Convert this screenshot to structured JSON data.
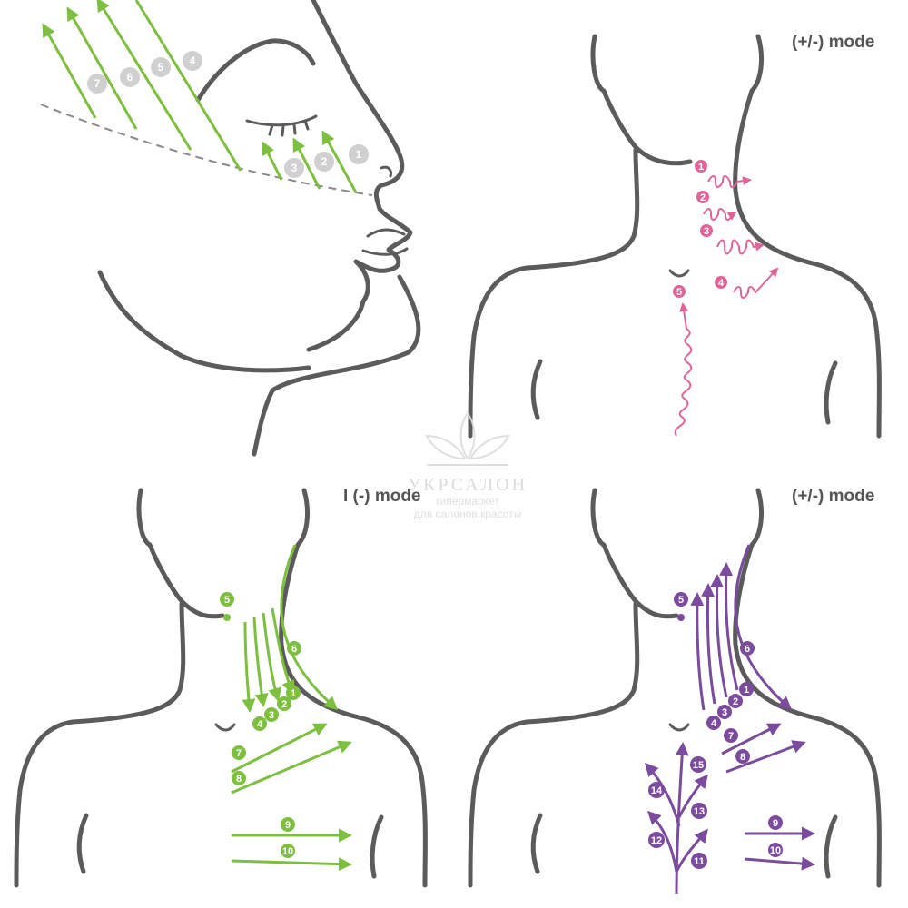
{
  "panels": {
    "top_right": {
      "mode_label": "(+/-) mode"
    },
    "bottom_left": {
      "mode_label": "I (-) mode"
    },
    "bottom_right": {
      "mode_label": "(+/-) mode"
    }
  },
  "face_badges": [
    "1",
    "2",
    "3",
    "4",
    "5",
    "6",
    "7"
  ],
  "top_right_badges": [
    "1",
    "2",
    "3",
    "4",
    "5"
  ],
  "bottom_left_badges": [
    "1",
    "2",
    "3",
    "4",
    "5",
    "6",
    "7",
    "8",
    "9",
    "10"
  ],
  "bottom_right_badges": [
    "1",
    "2",
    "3",
    "4",
    "5",
    "6",
    "7",
    "8",
    "9",
    "10",
    "11",
    "12",
    "13",
    "14",
    "15"
  ],
  "watermark": {
    "brand": "УКРСАЛОН",
    "line1": "гипермаркет",
    "line2": "для салонов красоты"
  },
  "colors": {
    "green": "#7dbf3e",
    "pink": "#e0649a",
    "purple": "#7b4c9e",
    "grey_badge": "#d0d0d0",
    "outline": "#5b5b5b"
  }
}
